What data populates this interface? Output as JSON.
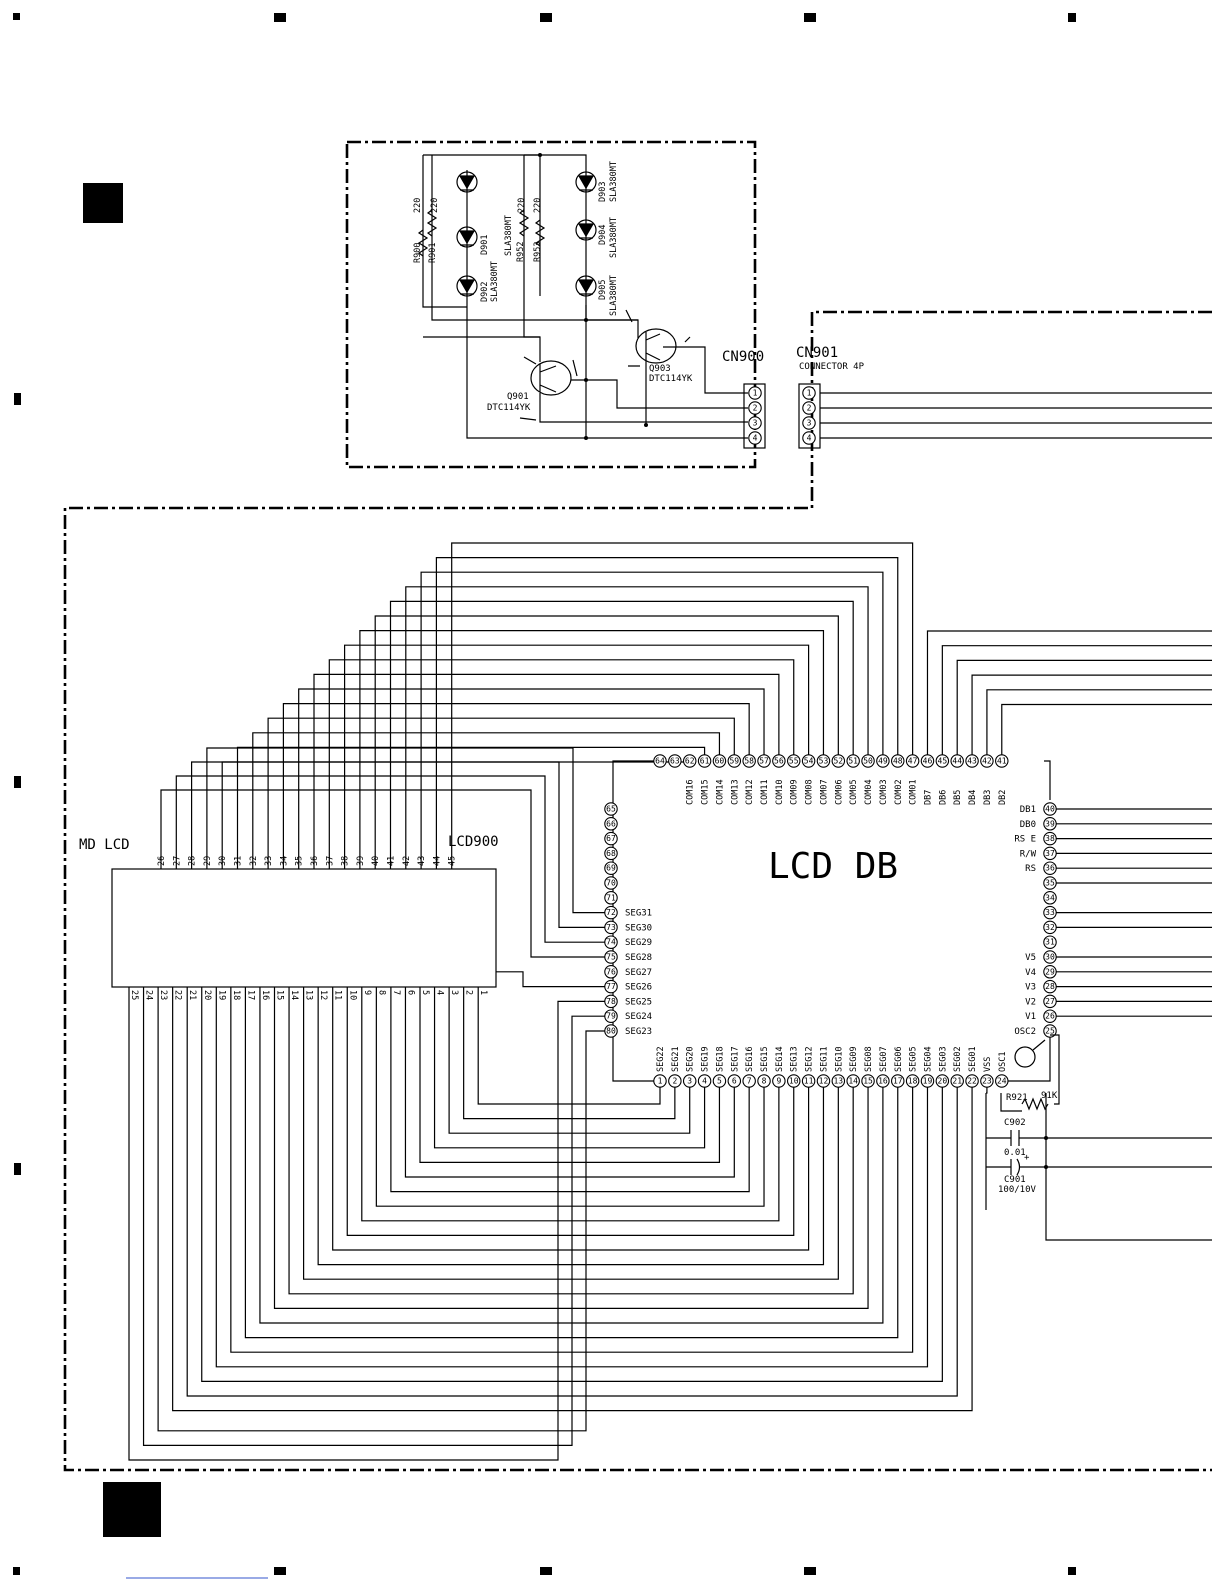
{
  "chip": {
    "name": "LCD DB",
    "top_pins": [
      "64",
      "63",
      "62",
      "61",
      "60",
      "59",
      "58",
      "57",
      "56",
      "55",
      "54",
      "53",
      "52",
      "51",
      "50",
      "49",
      "48",
      "47",
      "46",
      "45",
      "44",
      "43",
      "42",
      "41"
    ],
    "top_signals": [
      "",
      "",
      "COM16",
      "COM15",
      "COM14",
      "COM13",
      "COM12",
      "COM11",
      "COM10",
      "COM09",
      "COM08",
      "COM07",
      "COM06",
      "COM05",
      "COM04",
      "COM03",
      "COM02",
      "COM01",
      "DB7",
      "DB6",
      "DB5",
      "DB4",
      "DB3",
      "DB2"
    ],
    "left_pins": [
      "65",
      "66",
      "67",
      "68",
      "69",
      "70",
      "71",
      "72",
      "73",
      "74",
      "75",
      "76",
      "77",
      "78",
      "79",
      "80"
    ],
    "left_signals": [
      "",
      "",
      "",
      "",
      "",
      "",
      "",
      "SEG31",
      "SEG30",
      "SEG29",
      "SEG28",
      "SEG27",
      "SEG26",
      "SEG25",
      "SEG24",
      "SEG23"
    ],
    "right_pins": [
      "40",
      "39",
      "38",
      "37",
      "36",
      "35",
      "34",
      "33",
      "32",
      "31",
      "30",
      "29",
      "28",
      "27",
      "26",
      "25"
    ],
    "right_signals": [
      "DB1",
      "DB0",
      "RS E",
      "R/W",
      "RS",
      "",
      "",
      "",
      "",
      "",
      "V5",
      "V4",
      "V3",
      "V2",
      "V1",
      "OSC2"
    ],
    "bottom_pins": [
      "1",
      "2",
      "3",
      "4",
      "5",
      "6",
      "7",
      "8",
      "9",
      "10",
      "11",
      "12",
      "13",
      "14",
      "15",
      "16",
      "17",
      "18",
      "19",
      "20",
      "21",
      "22",
      "23",
      "24"
    ],
    "bottom_signals": [
      "SEG22",
      "SEG21",
      "SEG20",
      "SEG19",
      "SEG18",
      "SEG17",
      "SEG16",
      "SEG15",
      "SEG14",
      "SEG13",
      "SEG12",
      "SEG11",
      "SEG10",
      "SEG09",
      "SEG08",
      "SEG07",
      "SEG06",
      "SEG05",
      "SEG04",
      "SEG03",
      "SEG02",
      "SEG01",
      "VSS",
      "OSC1"
    ]
  },
  "lcd": {
    "title": "MD LCD",
    "ref": "LCD900",
    "top_pins": [
      "26",
      "27",
      "28",
      "29",
      "30",
      "31",
      "32",
      "33",
      "34",
      "35",
      "36",
      "37",
      "38",
      "39",
      "40",
      "41",
      "42",
      "43",
      "44",
      "45"
    ],
    "bottom_pins": [
      "25",
      "24",
      "23",
      "22",
      "21",
      "20",
      "19",
      "18",
      "17",
      "16",
      "15",
      "14",
      "13",
      "12",
      "11",
      "10",
      "9",
      "8",
      "7",
      "6",
      "5",
      "4",
      "3",
      "2",
      "1"
    ]
  },
  "led_board": {
    "r900": "R900",
    "r900_val": "220",
    "r901": "R901",
    "r901_val": "220",
    "r952": "R952",
    "r952_val": "220",
    "r953": "R953",
    "r953_val": "220",
    "d901": "D901",
    "d902": "D902",
    "d903": "D903",
    "d904": "D904",
    "d905": "D905",
    "led_part": "SLA380MT",
    "q901": "Q901",
    "q901_part": "DTC114YK",
    "q903": "Q903",
    "q903_part": "DTC114YK"
  },
  "cn900": {
    "ref": "CN900",
    "pins": [
      "1",
      "2",
      "3",
      "4"
    ]
  },
  "cn901": {
    "ref": "CN901",
    "desc": "CONNECTOR 4P",
    "pins": [
      "1",
      "2",
      "3",
      "4"
    ]
  },
  "components": {
    "r921": "R921",
    "r921_val": "91K",
    "c902": "C902",
    "c902_val": "0.01",
    "c901": "C901",
    "c901_val": "100/10V",
    "plus": "+"
  }
}
